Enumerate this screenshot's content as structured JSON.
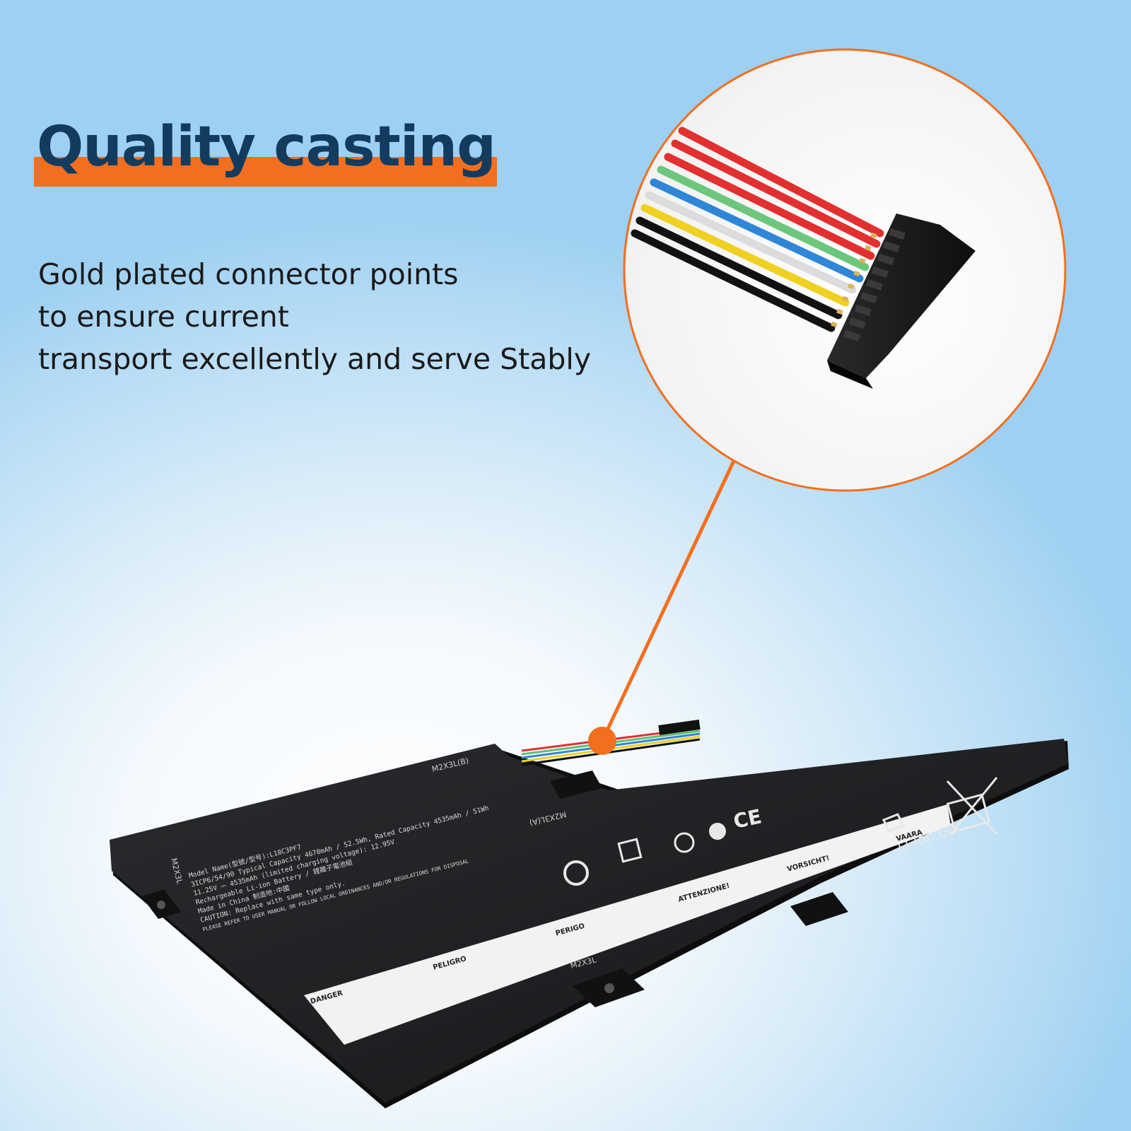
{
  "headline": {
    "text": "Quality casting"
  },
  "description": {
    "lines": [
      "Gold plated connector points",
      "to ensure current",
      "transport excellently and serve Stably"
    ]
  },
  "battery_label": {
    "model_line": "Model Name(型號/型号):L18C3PF7",
    "capacity_line": "3ICP6/54/90 Typical Capacity 4670mAh / 52.5Wh, Rated Capacity 4535mAh / 51Wh",
    "voltage_line": "11.25V ⎓ 4535mAh   (limited charging voltage): 12.95V",
    "type_line": "Rechargeable Li-ion Battery / 鋰離子電池組",
    "origin_line": "Made in China 制造地:中國",
    "caution_line": "CAUTION: Replace with same type only.",
    "dispose_line": "PLEASE REFER TO USER MANUAL OR FOLLOW LOCAL ORDINANCES AND/OR REGULATIONS FOR DISPOSAL",
    "screw_top": "M2X3L(B)",
    "screw_mid": "M2X3L(A)",
    "screw_left": "M2X3L",
    "screw_bottom": "M2X3L",
    "danger_label": "DANGER",
    "peligro_label": "PELIGRO",
    "perigo_label": "PERIGO",
    "attenzione_label": "ATTENZIONE!",
    "vorsicht_label": "VORSICHT!",
    "vaara_label": "VAARA",
    "recycle_label": "Li-ion 00",
    "ce_mark": "CE"
  },
  "colors": {
    "accent_orange": "#f36f1f",
    "headline_blue": "#123b5e",
    "battery_body": "#1b1c1e",
    "wire_red": "#e23030",
    "wire_green": "#5fbf6f",
    "wire_blue": "#2f86d6",
    "wire_yellow": "#f0d020",
    "wire_black": "#111111"
  }
}
